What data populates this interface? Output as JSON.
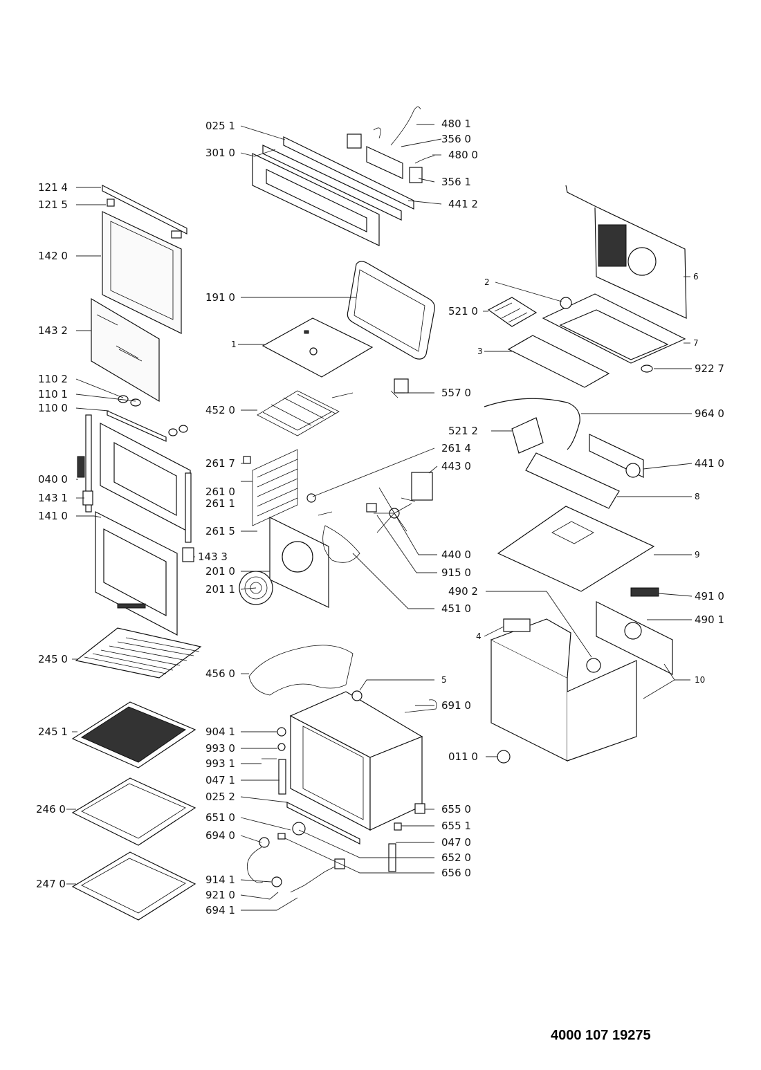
{
  "document_number": "4000 107 19275",
  "callouts": {
    "c0251": "025 1",
    "c4801": "480 1",
    "c3560": "356 0",
    "c3010": "301 0",
    "c4800": "480 0",
    "c1214": "121 4",
    "c3561": "356 1",
    "c1215": "121 5",
    "c4412": "441 2",
    "c1420": "142 0",
    "c6": "6",
    "c2": "2",
    "c1910": "191 0",
    "c5210": "521 0",
    "c1432": "143 2",
    "c7": "7",
    "c1": "1",
    "c3": "3",
    "c9227": "922 7",
    "c1102": "110 2",
    "c5570": "557 0",
    "c1101": "110 1",
    "c1100": "110 0",
    "c4520": "452 0",
    "c9640": "964 0",
    "c5212": "521 2",
    "c2614": "261 4",
    "c2617": "261 7",
    "c4430": "443 0",
    "c0400": "040 0",
    "c4410": "441 0",
    "c2610": "261 0",
    "c1431": "143 1",
    "c2611": "261 1",
    "c8": "8",
    "c1410": "141 0",
    "c2615": "261 5",
    "c4400": "440 0",
    "c1433": "143 3",
    "c9": "9",
    "c2010": "201 0",
    "c9150": "915 0",
    "c2011": "201 1",
    "c4902": "490 2",
    "c4910": "491 0",
    "c4510": "451 0",
    "c4": "4",
    "c4901": "490 1",
    "c2450": "245 0",
    "c4560": "456 0",
    "c5": "5",
    "c10": "10",
    "c6910": "691 0",
    "c2451": "245 1",
    "c9041": "904 1",
    "c9930": "993 0",
    "c0110": "011 0",
    "c9931": "993 1",
    "c0471": "047 1",
    "c0252": "025 2",
    "c6550": "655 0",
    "c2460": "246 0",
    "c6510": "651 0",
    "c6551": "655 1",
    "c6940": "694 0",
    "c0470": "047 0",
    "c6520": "652 0",
    "c6560": "656 0",
    "c9141": "914 1",
    "c2470": "247 0",
    "c9210": "921 0",
    "c6941": "694 1"
  }
}
